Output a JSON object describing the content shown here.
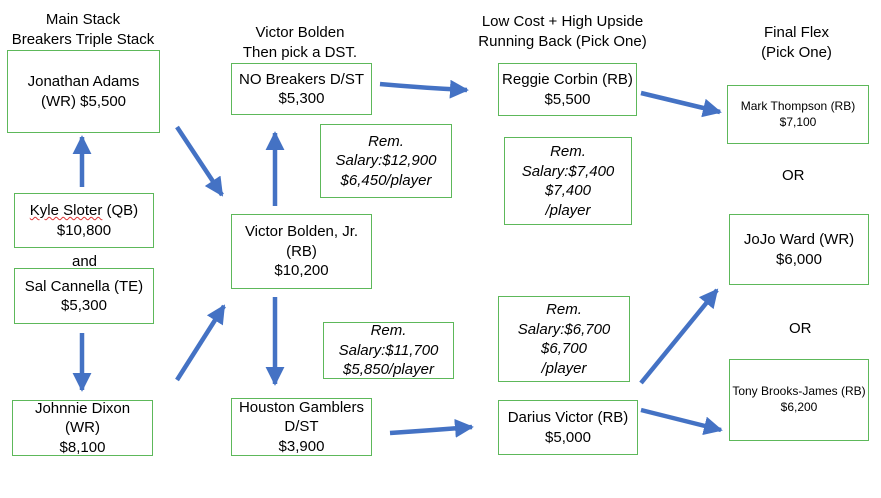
{
  "colors": {
    "arrow": "#4472c4",
    "box_border": "#5db85a",
    "background": "#ffffff"
  },
  "headers": {
    "main_stack": [
      "Main Stack",
      "Breakers Triple Stack"
    ],
    "victor": [
      "Victor Bolden",
      "Then pick a DST."
    ],
    "low_cost": [
      "Low Cost + High Upside",
      "Running Back (Pick One)"
    ],
    "final_flex": [
      "Final Flex",
      "(Pick One)"
    ]
  },
  "players": {
    "jonathan_adams": [
      "Jonathan Adams",
      "(WR) $5,500"
    ],
    "kyle_sloter": {
      "name": "Kyle Sloter",
      "pos": " (QB)",
      "salary": "$10,800"
    },
    "sal_cannella": [
      "Sal Cannella (TE)",
      "$5,300"
    ],
    "johnnie_dixon": [
      "Johnnie Dixon",
      "(WR)",
      "$8,100"
    ],
    "no_breakers": [
      "NO Breakers D/ST",
      "$5,300"
    ],
    "victor_bolden": [
      "Victor Bolden, Jr.",
      "(RB)",
      "$10,200"
    ],
    "houston_gamblers": [
      "Houston Gamblers",
      "D/ST",
      "$3,900"
    ],
    "reggie_corbin": [
      "Reggie Corbin (RB)",
      "$5,500"
    ],
    "darius_victor": [
      "Darius Victor (RB)",
      "$5,000"
    ],
    "mark_thompson": [
      "Mark Thompson (RB)",
      "$7,100"
    ],
    "jojo_ward": [
      "JoJo Ward (WR)",
      "$6,000"
    ],
    "tony_brooks_james": [
      "Tony Brooks-James (RB)",
      "$6,200"
    ]
  },
  "remaining": {
    "rem1": [
      "Rem.",
      "Salary:$12,900",
      "$6,450/player"
    ],
    "rem2": [
      "Rem.",
      "Salary:$11,700",
      "$5,850/player"
    ],
    "rem3": [
      "Rem.",
      "Salary:$7,400",
      "$7,400",
      "/player"
    ],
    "rem4": [
      "Rem.",
      "Salary:$6,700",
      "$6,700",
      "/player"
    ]
  },
  "words": {
    "and": "and",
    "or1": "OR",
    "or2": "OR"
  }
}
